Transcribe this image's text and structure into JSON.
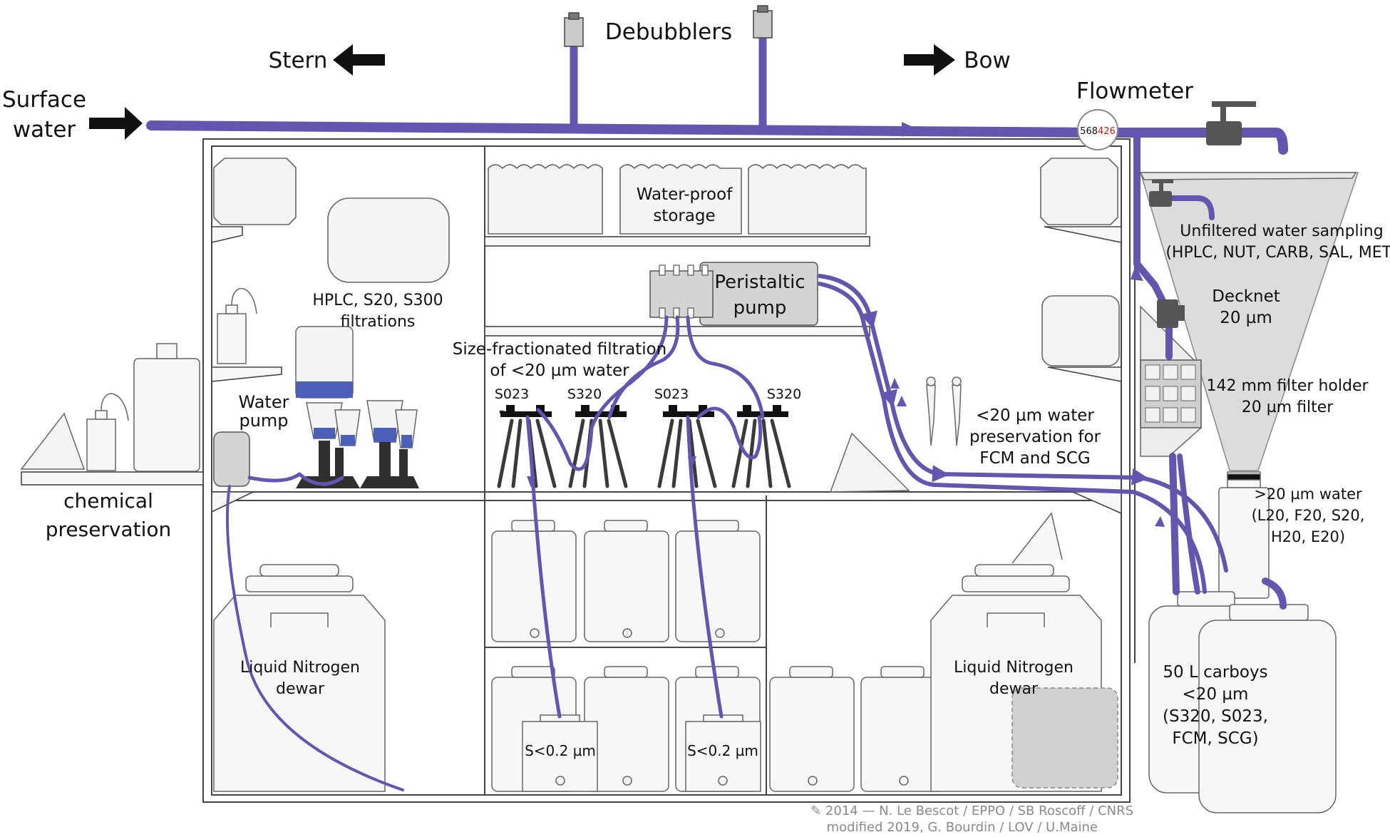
{
  "labels": {
    "surface_water_1": "Surface",
    "surface_water_2": "water",
    "stern": "Stern",
    "bow": "Bow",
    "debubblers": "Debubblers",
    "flowmeter": "Flowmeter",
    "flowmeter_value_black": "568",
    "flowmeter_value_red": "426",
    "waterproof_storage_1": "Water-proof",
    "waterproof_storage_2": "storage",
    "peristaltic_pump_1": "Peristaltic",
    "peristaltic_pump_2": "pump",
    "hplc_filtrations_1": "HPLC, S20, S300",
    "hplc_filtrations_2": "filtrations",
    "water_pump_1": "Water",
    "water_pump_2": "pump",
    "size_fractionated_1": "Size-fractionated filtration",
    "size_fractionated_2": "of <20 µm water",
    "s023_a": "S023",
    "s320_a": "S320",
    "s023_b": "S023",
    "s320_b": "S320",
    "lt20_preservation_1": "<20 µm water",
    "lt20_preservation_2": "preservation for",
    "lt20_preservation_3": "FCM and SCG",
    "unfiltered_1": "Unfiltered water sampling",
    "unfiltered_2": "(HPLC, NUT, CARB, SAL, MET)",
    "decknet_1": "Decknet",
    "decknet_2": "20 µm",
    "filter_holder_1": "142 mm filter holder",
    "filter_holder_2": "20 µm filter",
    "gt20_water_1": ">20 µm water",
    "gt20_water_2": "(L20, F20, S20,",
    "gt20_water_3": "H20, E20)",
    "chemical_1": "chemical",
    "chemical_2": "preservation",
    "ln_dewar_left_1": "Liquid Nitrogen",
    "ln_dewar_left_2": "dewar",
    "ln_dewar_right_1": "Liquid Nitrogen",
    "ln_dewar_right_2": "dewar",
    "s02_a": "S<0.2 µm",
    "s02_b": "S<0.2 µm",
    "carboys_1": "50 L carboys",
    "carboys_2": "<20 µm",
    "carboys_3": "(S320, S023,",
    "carboys_4": "FCM, SCG)",
    "credit_1": "✎ 2014 — N. Le Bescot / EPPO / SB Roscoff / CNRS",
    "credit_2": "modified 2019, G. Bourdin / LOV / U.Maine"
  },
  "colors": {
    "tubing": "#6356ae",
    "valve": "#555555",
    "flowmeter_red": "#cc1a1a",
    "water_fill": "#4b5fb8",
    "filter_stand": "#2f2f2f",
    "outline": "#444444"
  }
}
